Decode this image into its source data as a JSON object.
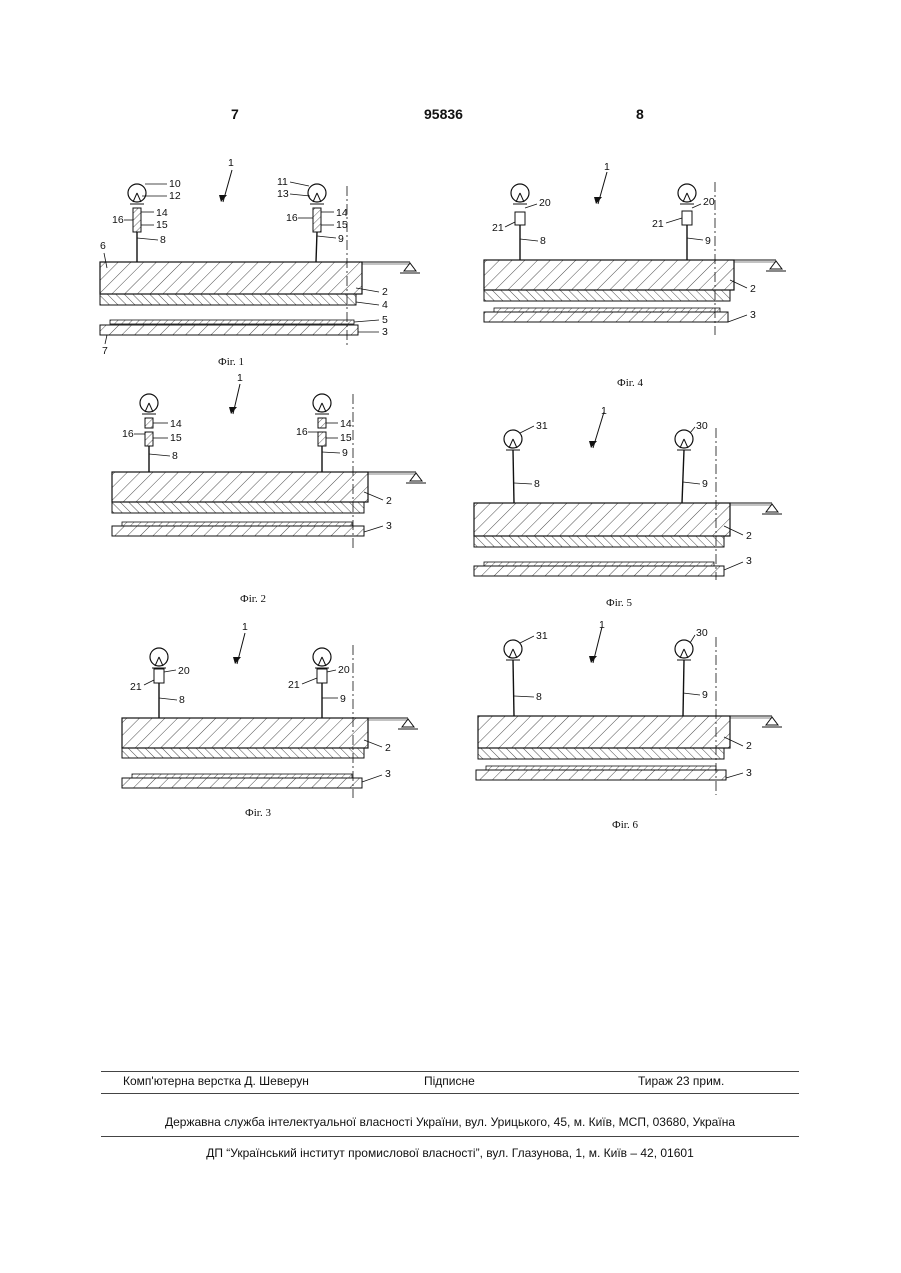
{
  "header": {
    "left_page": "7",
    "patent_number": "95836",
    "right_page": "8"
  },
  "figures": [
    {
      "caption": "Фіг. 1",
      "labels": {
        "body": "1",
        "left_wheel": "10",
        "left_wheel_axis": "12",
        "right_wheel": "11",
        "right_wheel_axis": "13",
        "left_upper": "14",
        "left_lower": "15",
        "left_body": "16",
        "right_upper": "14",
        "right_lower": "15",
        "right_body": "16",
        "left_rod": "8",
        "right_rod": "9",
        "beam": "6",
        "plate2": "2",
        "plate4": "4",
        "plate5": "5",
        "plate3": "3",
        "base": "7"
      }
    },
    {
      "caption": "Фіг. 2",
      "labels": {
        "body": "1",
        "left_upper": "14",
        "left_body": "16",
        "left_lower": "15",
        "left_rod": "8",
        "right_upper": "14",
        "right_body": "16",
        "right_lower": "15",
        "right_rod": "9",
        "plate2": "2",
        "plate3": "3"
      }
    },
    {
      "caption": "Фіг. 3",
      "labels": {
        "body": "1",
        "left_block": "20",
        "left_arm": "21",
        "left_rod": "8",
        "right_block": "20",
        "right_arm": "21",
        "right_rod": "9",
        "plate2": "2",
        "plate3": "3"
      }
    },
    {
      "caption": "Фіг. 4",
      "labels": {
        "body": "1",
        "left_block": "20",
        "left_arm": "21",
        "left_rod": "8",
        "right_block": "20",
        "right_arm": "21",
        "right_rod": "9",
        "plate2": "2",
        "plate3": "3"
      }
    },
    {
      "caption": "Фіг. 5",
      "labels": {
        "body": "1",
        "left_wheel": "31",
        "right_wheel": "30",
        "left_rod": "8",
        "right_rod": "9",
        "plate2": "2",
        "plate3": "3"
      }
    },
    {
      "caption": "Фіг. 6",
      "labels": {
        "body": "1",
        "left_wheel": "31",
        "right_wheel": "30",
        "left_rod": "8",
        "right_rod": "9",
        "plate2": "2",
        "plate3": "3"
      }
    }
  ],
  "footer": {
    "typesetting": "Комп'ютерна верстка Д. Шеверун",
    "signed": "Підписне",
    "circulation": "Тираж 23 прим.",
    "office": "Державна служба інтелектуальної власності України, вул. Урицького, 45, м. Київ, МСП, 03680, Україна",
    "institute": "ДП “Український інститут промислової власності”, вул. Глазунова, 1, м. Київ – 42, 01601"
  }
}
